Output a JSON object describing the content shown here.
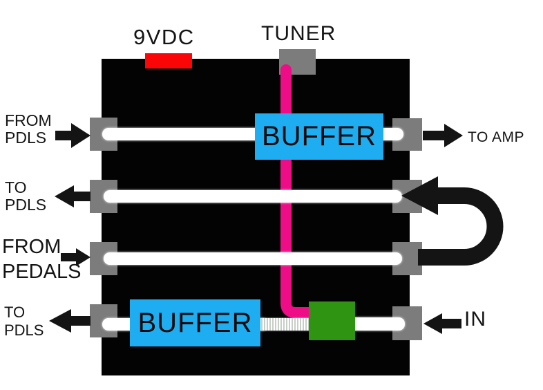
{
  "diagram": "guitar-pedalboard-junction-buffer-box-wiring",
  "labels": {
    "power": "9VDC",
    "tuner": "TUNER",
    "from_pdls": {
      "line1": "FROM",
      "line2": "PDLS"
    },
    "to_pdls_top": {
      "line1": "TO",
      "line2": "PDLS"
    },
    "from_pedals": {
      "line1": "FROM",
      "line2": "PEDALS"
    },
    "to_pdls_bottom": {
      "line1": "TO",
      "line2": "PDLS"
    },
    "to_amp": "TO AMP",
    "in_jack": "IN",
    "buffer_top": "BUFFER",
    "buffer_bottom": "BUFFER"
  },
  "colors": {
    "box_black": "#030303",
    "jack_gray": "#7c7c7c",
    "cable_white": "#ffffff",
    "cable_pink": "#ee0d86",
    "buffer_blue": "#1fadf2",
    "power_red": "#fa0606",
    "splitter_green": "#2e9412",
    "arrow_black": "#141414"
  }
}
